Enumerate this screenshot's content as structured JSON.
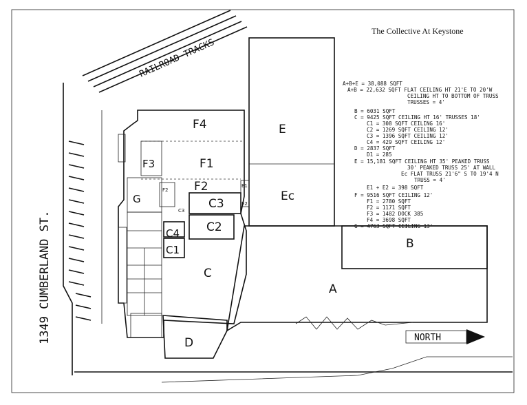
{
  "title": "The Collective At Keystone",
  "street_label": "1349 CUMBERLAND ST.",
  "railroad_label": "RAILROAD TRACKS",
  "north_label": "NORTH",
  "areas": {
    "A": "A",
    "B": "B",
    "C": "C",
    "C1": "C1",
    "C2": "C2",
    "C3": "C3",
    "C4": "C4",
    "D": "D",
    "E": "E",
    "Ec": "Ec",
    "F1": "F1",
    "F2": "F2",
    "F3": "F3",
    "F4": "F4",
    "G": "G",
    "F2_small": "F2",
    "C3_small": "C3",
    "E1": "E1",
    "E2": "E2"
  },
  "legend": [
    "A+B+E = 38,088 SQFT",
    "A+B = 22,632 SQFT FLAT CEILING HT 21'E TO 20'W",
    "CEILING HT TO BOTTOM OF TRUSS",
    "TRUSSES = 4'",
    "B = 6031 SQFT",
    "C = 9425  SQFT CEILING HT 16' TRUSSES 18'",
    "C1 = 308 SQFT  CEILING 16'",
    "C2 = 1269 SQFT CEILING 12'",
    "C3 = 1396 SQFT  CEILING 12'",
    "C4 = 429 SQFT  CEILING 12'",
    "D = 2837 SQFT",
    "D1 = 285",
    "E = 15,181 SQFT CEILING HT 35' PEAKED TRUSS",
    "30' PEAKED TRUSS 25' AT WALL",
    "Ec FLAT TRUSS 21'6\" S TO 19'4 N",
    "TRUSS = 4'",
    "E1 + E2 = 398 SQFT",
    "F = 9516 SQFT CEILING 12'",
    "F1 = 2780 SQFT",
    "F2 = 1171 SQFT",
    "F3 = 1482 DOCK 385",
    "F4 = 3698 SQFT",
    "G = 4763 SQFT CEILING 13'"
  ]
}
